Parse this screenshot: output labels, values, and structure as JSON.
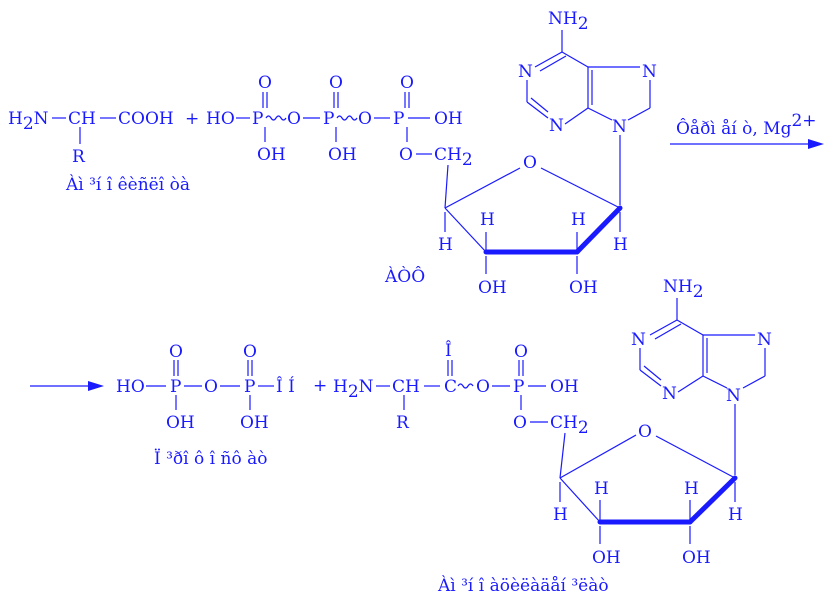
{
  "colors": {
    "ink": "#1a1aff",
    "background": "#ffffff"
  },
  "reaction1": {
    "amino_acid": {
      "formula": "H2N—CH—COOH",
      "side_chain": "R",
      "caption": "Àì ³í î êèñëî òà"
    },
    "plus": "+",
    "atp": {
      "chain": "HO–P–O–P–O–P–OH",
      "oxo_1": "O",
      "oxo_2": "O",
      "oxo_3": "O",
      "hydroxyl_1": "OH",
      "hydroxyl_2": "OH",
      "link": "O—CH2",
      "ring_oxygen": "O",
      "h1": "H",
      "h2": "H",
      "h3": "H",
      "h4": "H",
      "oh1": "OH",
      "oh2": "OH",
      "caption": "ÀÒÔ"
    },
    "adenine": {
      "nh2": "NH2",
      "n1": "N",
      "n2": "N",
      "n3": "N",
      "n4": "N"
    },
    "arrow_label": "Ôåðì åí ò, Mg2+"
  },
  "reaction2": {
    "pyrophosphate": {
      "chain": "HO–P–O–P–Î Í",
      "oxo_1": "O",
      "oxo_2": "O",
      "hydroxyl_1": "OH",
      "hydroxyl_2": "OH",
      "caption": "Ï ³ðî ô î ñô àò"
    },
    "plus": "+",
    "aminoacyl_amp": {
      "formula": "H2N—CH—C–O–P–OH",
      "side_chain": "R",
      "carbonyl_o": "Î",
      "oxo": "O",
      "hydroxyl": "OH",
      "link": "O—CH2",
      "ring_oxygen": "O",
      "h1": "H",
      "h2": "H",
      "h3": "H",
      "h4": "H",
      "oh1": "OH",
      "oh2": "OH",
      "caption": "Àì ³í î àöèëàäåí ³ëàò"
    },
    "adenine": {
      "nh2": "NH2",
      "n1": "N",
      "n2": "N",
      "n3": "N",
      "n4": "N"
    }
  }
}
